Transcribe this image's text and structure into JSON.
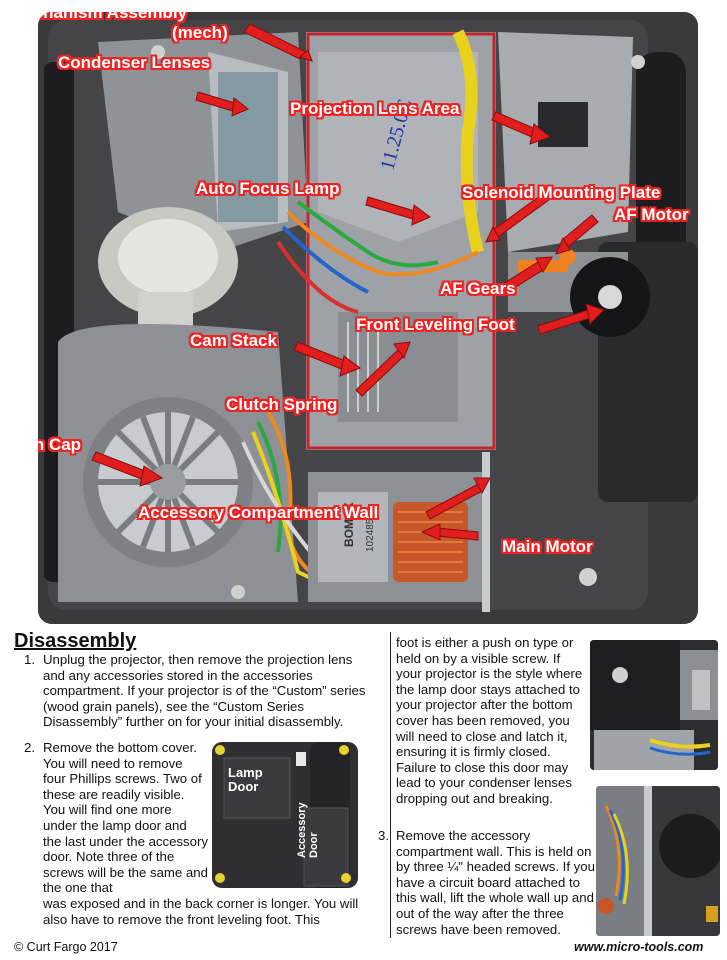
{
  "annotations": {
    "mechanism_assembly": "Mechanism Assembly",
    "mech": "(mech)",
    "condenser_lenses": "Condenser Lenses",
    "projection_lens_area": "Projection Lens Area",
    "auto_focus_lamp": "Auto Focus Lamp",
    "solenoid_mounting_plate": "Solenoid Mounting Plate",
    "af_motor": "AF Motor",
    "af_gears": "AF Gears",
    "front_leveling_foot": "Front Leveling Foot",
    "cam_stack": "Cam Stack",
    "clutch_spring": "Clutch Spring",
    "fan_cap": "Fan Cap",
    "accessory_compartment_wall": "Accessory Compartment Wall",
    "main_motor": "Main Motor"
  },
  "photo_labels": {
    "handwriting": "11.25.0C\nMR",
    "bomax": "BOMAX",
    "part_no": "102485",
    "lamp_door": "Lamp\nDoor",
    "accessory_door": "Accessory\nDoor"
  },
  "heading": "Disassembly",
  "step1": {
    "num": "1.",
    "text": "Unplug the projector, then remove the projection lens and any accessories stored in the accessories compartment. If your projector is of the “Custom” series (wood grain panels), see the “Custom Series Disassembly” further on for your initial disassembly."
  },
  "step2": {
    "num": "2.",
    "text_a": "Remove the bottom cover. You will need to remove four Phillips screws. Two of these are readily visible. You will find one more under the lamp door and the last under the accessory door. Note three of the screws will be the same and the one that",
    "text_b": "was exposed and in the back corner is longer. You will also have to remove the front leveling foot. This",
    "text_c": "foot is either a push on type or held on by a visible screw. If your projector is the style where the lamp door stays attached to your projector after the bottom cover has been removed, you will need to close and latch it, ensuring it is firmly closed. Failure to close this door may lead to your condenser lenses dropping out and breaking."
  },
  "step3": {
    "num": "3.",
    "text": "Remove the accessory compartment wall. This is held on by three ¼\" headed screws. If you have a circuit board attached to this wall, lift the whole wall up and out of the way after the three screws have been removed."
  },
  "footer": {
    "copyright": "© Curt Fargo 2017",
    "website": "www.micro-tools.com"
  },
  "colors": {
    "annotation_outline": "#e22222",
    "arrow": "#e01e1e",
    "housing": "#3a3a3c",
    "metal": "#9ea1a5"
  }
}
